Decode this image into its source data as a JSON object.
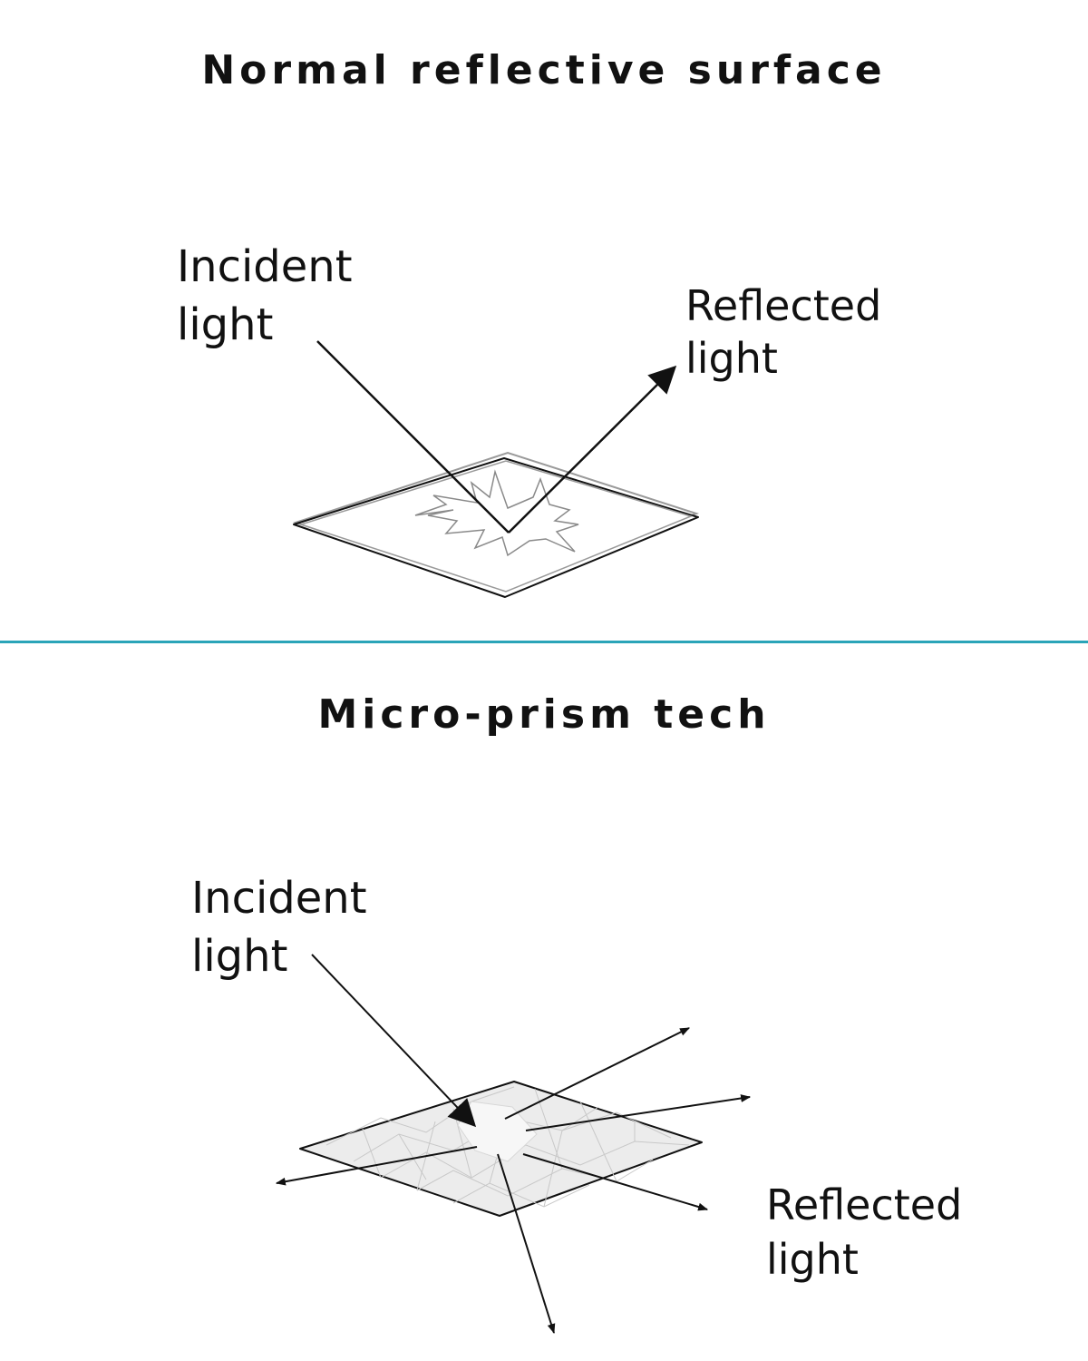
{
  "top": {
    "title": "Normal reflective surface",
    "incident": {
      "line1": "Incident",
      "line2": "light"
    },
    "reflected": {
      "line1": "Reflected",
      "line2": "light"
    }
  },
  "bottom": {
    "title": "Micro-prism tech",
    "incident": {
      "line1": "Incident",
      "line2": "light"
    },
    "reflected": {
      "line1": "Reflected",
      "line2": "light"
    }
  },
  "colors": {
    "divider": "#2aa4b8",
    "ink": "#111111",
    "surface_outline": "#9a9a9a",
    "prism_fill": "#ececec"
  }
}
